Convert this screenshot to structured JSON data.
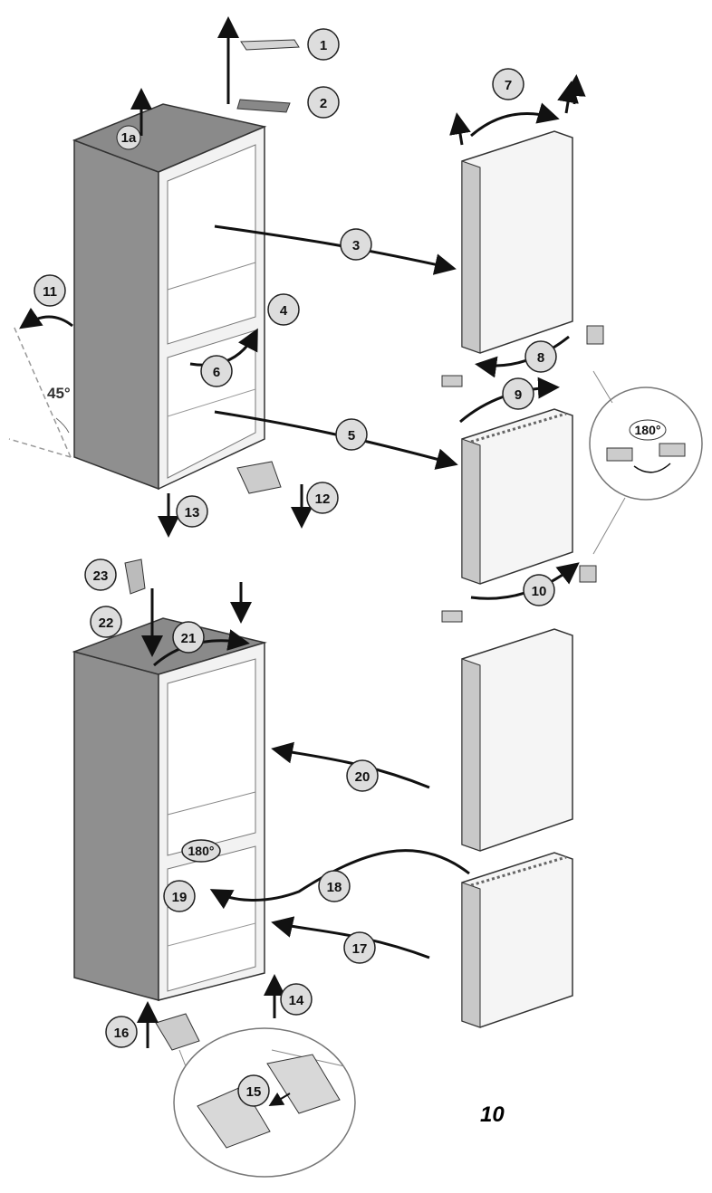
{
  "page_number": "10",
  "angle_label": "45°",
  "rotation_badge": "180°",
  "callouts": {
    "c1": "1",
    "c1a": "1a",
    "c2": "2",
    "c3": "3",
    "c4": "4",
    "c5": "5",
    "c6": "6",
    "c7": "7",
    "c8": "8",
    "c9": "9",
    "c10": "10",
    "c11": "11",
    "c12": "12",
    "c13": "13",
    "c14": "14",
    "c15": "15",
    "c16": "16",
    "c17": "17",
    "c18": "18",
    "c19": "19",
    "c20": "20",
    "c21": "21",
    "c22": "22",
    "c23": "23"
  }
}
